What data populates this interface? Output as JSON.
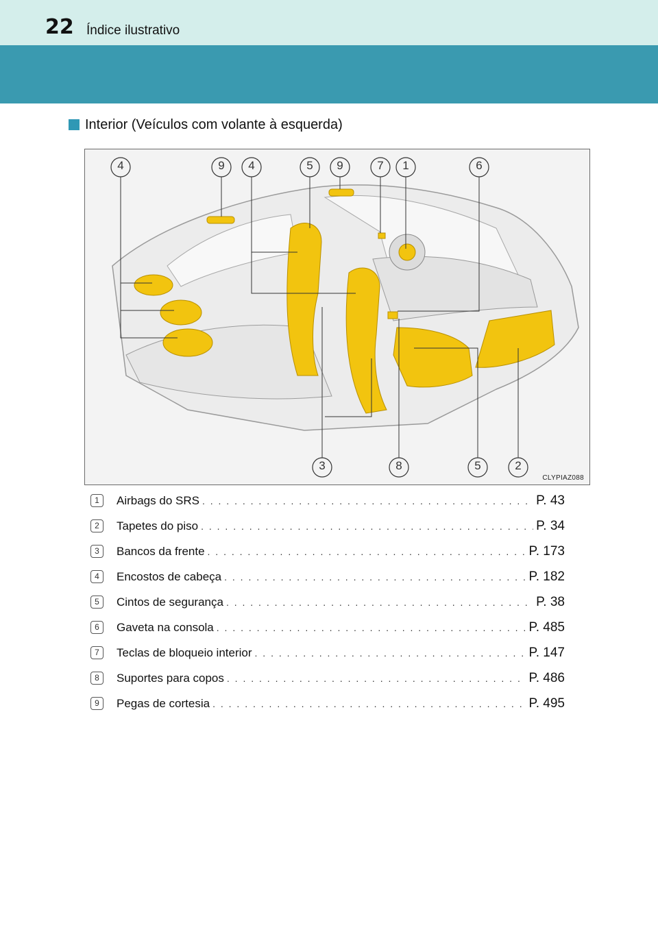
{
  "header": {
    "page_number": "22",
    "title": "Índice ilustrativo"
  },
  "section": {
    "title": "Interior (Veículos com volante à esquerda)"
  },
  "figure": {
    "code": "CLYPIAZ088",
    "highlight_color": "#f2c40f",
    "top_callouts": [
      "4",
      "9",
      "4",
      "5",
      "9",
      "7",
      "1",
      "6"
    ],
    "bottom_callouts": [
      "3",
      "8",
      "5",
      "2"
    ]
  },
  "legend": [
    {
      "num": "1",
      "label": "Airbags do SRS",
      "page": "P. 43"
    },
    {
      "num": "2",
      "label": "Tapetes do piso",
      "page": "P. 34"
    },
    {
      "num": "3",
      "label": "Bancos da frente",
      "page": "P. 173"
    },
    {
      "num": "4",
      "label": "Encostos de cabeça",
      "page": "P. 182"
    },
    {
      "num": "5",
      "label": "Cintos de segurança",
      "page": "P. 38"
    },
    {
      "num": "6",
      "label": "Gaveta na consola",
      "page": "P. 485"
    },
    {
      "num": "7",
      "label": "Teclas de bloqueio interior",
      "page": "P. 147"
    },
    {
      "num": "8",
      "label": "Suportes para copos",
      "page": "P. 486"
    },
    {
      "num": "9",
      "label": "Pegas de cortesia",
      "page": "P. 495"
    }
  ]
}
